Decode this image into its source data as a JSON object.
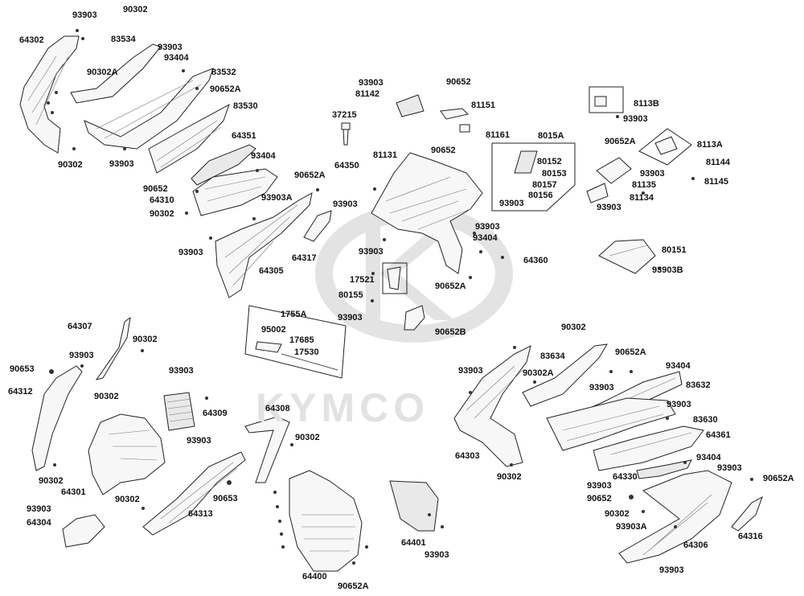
{
  "watermark": {
    "text": "KYMCO"
  },
  "labels": {
    "l1": "90302",
    "l2": "93903",
    "l3": "64302",
    "l4": "83534",
    "l5": "93903",
    "l6": "93404",
    "l7": "90302A",
    "l8": "83532",
    "l9": "90652A",
    "l10": "83530",
    "l11": "90302",
    "l12": "93903",
    "l13": "64351",
    "l14": "93404",
    "l15": "90652",
    "l16": "64310",
    "l17": "90302",
    "l18": "90652A",
    "l19": "93903A",
    "l20": "93903",
    "l21": "93903",
    "l22": "64317",
    "l23": "64305",
    "l24": "37215",
    "l25": "93903",
    "l26": "81142",
    "l27": "90652",
    "l28": "81151",
    "l29": "81161",
    "l30": "81131",
    "l31": "90652",
    "l32": "64350",
    "l33": "8015A",
    "l34": "80152",
    "l35": "80153",
    "l36": "80157",
    "l37": "80156",
    "l38": "93903",
    "l39": "8113B",
    "l40": "93903",
    "l41": "90652A",
    "l42": "8113A",
    "l43": "81144",
    "l44": "93903",
    "l45": "81145",
    "l46": "81135",
    "l47": "81134",
    "l48": "93903",
    "l49": "93903",
    "l50": "93404",
    "l51": "64360",
    "l52": "80151",
    "l53": "93903B",
    "l54": "93903",
    "l55": "17521",
    "l56": "90652A",
    "l57": "80155",
    "l58": "93903",
    "l59": "90652B",
    "l60": "1755A",
    "l61": "95002",
    "l62": "17685",
    "l63": "17530",
    "l64": "64307",
    "l65": "90302",
    "l66": "93903",
    "l67": "90653",
    "l68": "64312",
    "l69": "93903",
    "l70": "64309",
    "l71": "90302",
    "l72": "64308",
    "l73": "90302",
    "l74": "93903",
    "l75": "90302",
    "l76": "64301",
    "l77": "90302",
    "l78": "90653",
    "l79": "93903",
    "l80": "64313",
    "l81": "64304",
    "l82": "90302",
    "l83": "83634",
    "l84": "90652A",
    "l85": "93404",
    "l86": "93903",
    "l87": "90302A",
    "l88": "83632",
    "l89": "93903",
    "l90": "93903",
    "l91": "83630",
    "l92": "64361",
    "l93": "64303",
    "l94": "93404",
    "l95": "64330",
    "l96": "93903",
    "l97": "90652A",
    "l98": "90302",
    "l99": "93903",
    "l100": "90652",
    "l101": "90302",
    "l102": "93903A",
    "l103": "64306",
    "l104": "64316",
    "l105": "93903",
    "l106": "64401",
    "l107": "93903",
    "l108": "64400",
    "l109": "90652A"
  }
}
